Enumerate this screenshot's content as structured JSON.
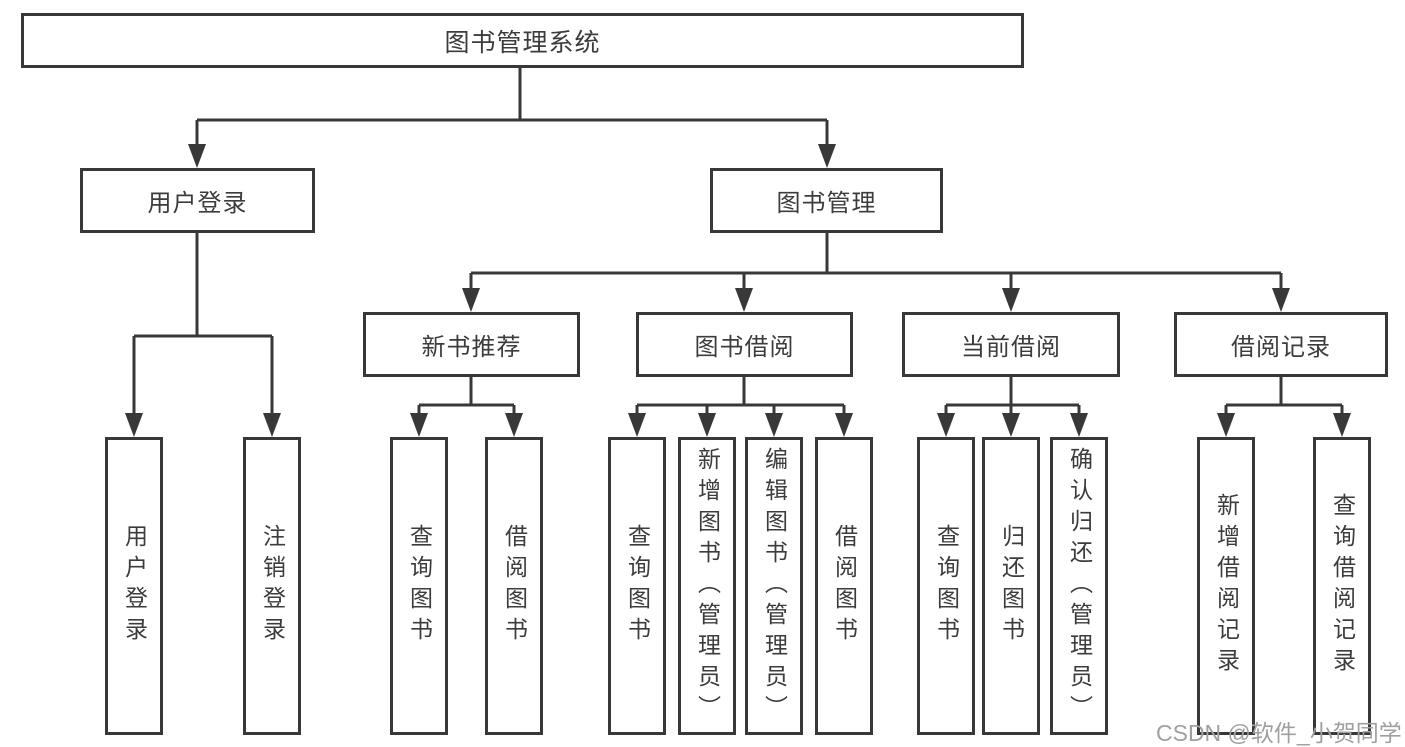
{
  "diagram": {
    "root": {
      "label": "图书管理系统"
    },
    "level2": [
      {
        "label": "用户登录"
      },
      {
        "label": "图书管理"
      }
    ],
    "level3": [
      {
        "label": "新书推荐"
      },
      {
        "label": "图书借阅"
      },
      {
        "label": "当前借阅"
      },
      {
        "label": "借阅记录"
      }
    ],
    "leaves": [
      {
        "label": "用户登录"
      },
      {
        "label": "注销登录"
      },
      {
        "label": "查询图书"
      },
      {
        "label": "借阅图书"
      },
      {
        "label": "查询图书"
      },
      {
        "label": "新增图书（管理员）"
      },
      {
        "label": "编辑图书（管理员）"
      },
      {
        "label": "借阅图书"
      },
      {
        "label": "查询图书"
      },
      {
        "label": "归还图书"
      },
      {
        "label": "确认归还（管理员）"
      },
      {
        "label": "新增借阅记录"
      },
      {
        "label": "查询借阅记录"
      }
    ]
  },
  "watermark": {
    "text": "CSDN @软件_小贺同学"
  },
  "colors": {
    "line": "#383838",
    "text": "#3c3c3c",
    "node_background": "#ffffff",
    "page_background": "#ffffff",
    "watermark": "#a0a0a0"
  }
}
